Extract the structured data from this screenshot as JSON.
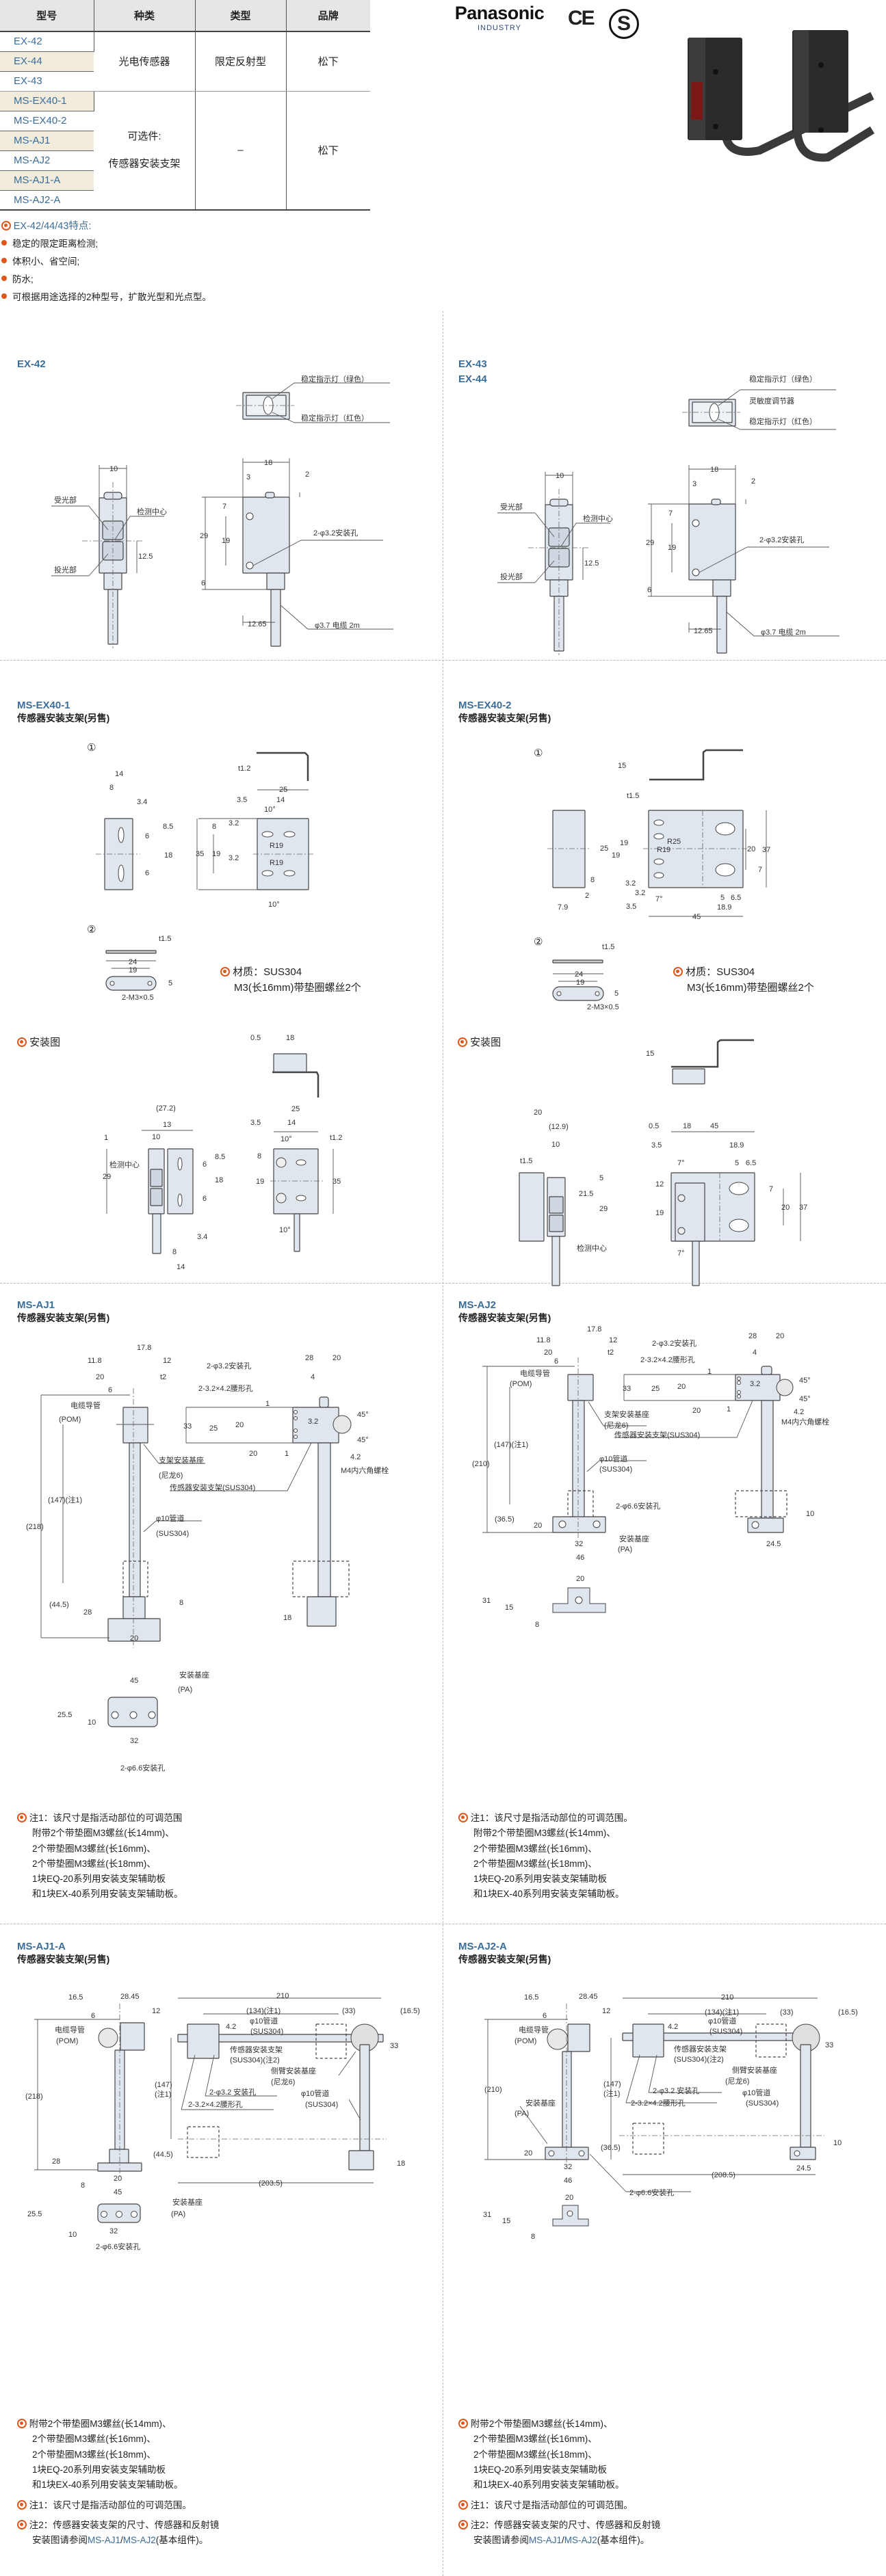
{
  "table": {
    "headers": [
      "型号",
      "种类",
      "类型",
      "品牌"
    ],
    "models": [
      "EX-42",
      "EX-44",
      "EX-43",
      "MS-EX40-1",
      "MS-EX40-2",
      "MS-AJ1",
      "MS-AJ2",
      "MS-AJ1-A",
      "MS-AJ2-A"
    ],
    "group1": {
      "kind": "光电传感器",
      "type": "限定反射型",
      "brand": "松下"
    },
    "group2": {
      "kind_line1": "可选件:",
      "kind_line2": "传感器安装支架",
      "type": "–",
      "brand": "松下"
    }
  },
  "brand": {
    "name": "Panasonic",
    "sub": "INDUSTRY",
    "cert_ce": "CE",
    "cert_s": "S"
  },
  "features": {
    "title": "EX-42/44/43特点:",
    "items": [
      "稳定的限定距离检测;",
      "体积小、省空间;",
      "防水;",
      "可根据用途选择的2种型号，扩散光型和光点型。"
    ]
  },
  "sections": {
    "ex42": {
      "title": "EX-42"
    },
    "ex43": {
      "title1": "EX-43",
      "title2": "EX-44"
    },
    "msex40_1": {
      "title": "MS-EX40-1",
      "subtitle": "传感器安装支架(另售)",
      "part1": "①",
      "part2": "②",
      "material": "材质：SUS304",
      "screws": "M3(长16mm)带垫圈螺丝2个"
    },
    "msex40_2": {
      "title": "MS-EX40-2",
      "subtitle": "传感器安装支架(另售)",
      "part1": "①",
      "part2": "②",
      "material": "材质：SUS304",
      "screws": "M3(长16mm)带垫圈螺丝2个"
    },
    "install_left": {
      "title": "安装图"
    },
    "install_right": {
      "title": "安装图"
    },
    "msaj1": {
      "title": "MS-AJ1",
      "subtitle": "传感器安装支架(另售)"
    },
    "msaj2": {
      "title": "MS-AJ2",
      "subtitle": "传感器安装支架(另售)"
    },
    "msaj1a": {
      "title": "MS-AJ1-A",
      "subtitle": "传感器安装支架(另售)"
    },
    "msaj2a": {
      "title": "MS-AJ2-A",
      "subtitle": "传感器安装支架(另售)"
    }
  },
  "aj_notes_left": {
    "note1": "注1：该尺寸是指活动部位的可调范围",
    "lines": [
      "附带2个带垫圈M3螺丝(长14mm)、",
      "2个带垫圈M3螺丝(长16mm)、",
      "2个带垫圈M3螺丝(长18mm)、",
      "1块EQ-20系列用安装支架辅助板",
      "和1块EX-40系列用安装支架辅助板。"
    ]
  },
  "aj_notes_right": {
    "note1": "注1：该尺寸是指活动部位的可调范围。",
    "lines": [
      "附带2个带垫圈M3螺丝(长14mm)、",
      "2个带垫圈M3螺丝(长16mm)、",
      "2个带垫圈M3螺丝(长18mm)、",
      "1块EQ-20系列用安装支架辅助板",
      "和1块EX-40系列用安装支架辅助板。"
    ]
  },
  "aja_notes": {
    "accessory": [
      "附带2个带垫圈M3螺丝(长14mm)、",
      "2个带垫圈M3螺丝(长16mm)、",
      "2个带垫圈M3螺丝(长18mm)、",
      "1块EQ-20系列用安装支架辅助板",
      "和1块EX-40系列用安装支架辅助板。"
    ],
    "note1": "注1：该尺寸是指活动部位的可调范围。",
    "note2_line1": "注2：传感器安装支架的尺寸、传感器和反射镜",
    "note2_prefix": "安装图请参阅",
    "link1": "MS-AJ1",
    "sep": "/",
    "link2": "MS-AJ2",
    "note2_suffix": "(基本组件)。"
  },
  "diagrams": {
    "ex42": {
      "labels": [
        "稳定指示灯（绿色）",
        "稳定指示灯（红色）",
        "受光部",
        "检测中心",
        "投光部",
        "10",
        "12.5",
        "18",
        "3",
        "2",
        "7",
        "29",
        "19",
        "6",
        "2-φ3.2安装孔",
        "12.65",
        "φ3.7 电缆 2m"
      ]
    },
    "ex43": {
      "labels": [
        "稳定指示灯（绿色）",
        "稳定指示灯（红色）",
        "受光部",
        "检测中心",
        "投光部",
        "10",
        "12.5",
        "18",
        "3",
        "2",
        "7",
        "29",
        "19",
        "6",
        "2-φ3.2安装孔",
        "12.65",
        "φ3.7 电缆 2m",
        "灵敏度调节器"
      ]
    },
    "msex40_1": {
      "labels": [
        "t1.2",
        "14",
        "8",
        "3.4",
        "8.5",
        "6",
        "18",
        "6",
        "25",
        "3.5",
        "14",
        "10°",
        "8",
        "3.2",
        "35",
        "19",
        "3.2",
        "R19",
        "R19",
        "10°",
        "t1.5",
        "24",
        "19",
        "5",
        "2-M3×0.5"
      ]
    },
    "msex40_2": {
      "labels": [
        "15",
        "t1.5",
        "8",
        "2",
        "7.9",
        "19",
        "25",
        "19",
        "R25",
        "R19",
        "20",
        "37",
        "7",
        "3.2",
        "3.2",
        "7°",
        "3.5",
        "5",
        "6.5",
        "18.9",
        "45",
        "t1.5",
        "24",
        "19",
        "5",
        "2-M3×0.5"
      ]
    },
    "install_left": {
      "labels": [
        "0.5",
        "18",
        "(27.2)",
        "13",
        "10",
        "1",
        "检测中心",
        "29",
        "8.5",
        "6",
        "18",
        "6",
        "3.4",
        "8",
        "14",
        "25",
        "3.5",
        "14",
        "10°",
        "t1.2",
        "8",
        "19",
        "35",
        "10°"
      ]
    },
    "install_right": {
      "labels": [
        "15",
        "0.5",
        "18",
        "20",
        "(12.9)",
        "10",
        "t1.5",
        "5",
        "21.5",
        "29",
        "检测中心",
        "45",
        "3.5",
        "18.9",
        "7°",
        "5",
        "6.5",
        "12",
        "7",
        "20",
        "37",
        "19",
        "7°"
      ]
    },
    "msaj1": {
      "labels": [
        "17.8",
        "11.8",
        "12",
        "20",
        "t2",
        "6",
        "电缆导管",
        "(POM)",
        "(147)(注1)",
        "(218)",
        "(44.5)",
        "28",
        "8",
        "20",
        "45",
        "安装基座",
        "(PA)",
        "25.5",
        "10",
        "32",
        "2-φ6.6安装孔",
        "支架安装基座",
        "(尼龙6)",
        "传感器安装支架(SUS304)",
        "φ10管道",
        "(SUS304)",
        "28",
        "20",
        "2-φ3.2安装孔",
        "4",
        "2-3.2×4.2腰形孔",
        "1",
        "33",
        "25",
        "20",
        "3.2",
        "45°",
        "45°",
        "20",
        "1",
        "4.2",
        "M4内六角螺栓",
        "18"
      ]
    },
    "msaj2": {
      "labels": [
        "17.8",
        "11.8",
        "12",
        "20",
        "t2",
        "6",
        "电缆导管",
        "(POM)",
        "(147)(注1)",
        "(210)",
        "支架安装基座",
        "(尼龙6)",
        "传感器安装支架(SUS304)",
        "φ10管道",
        "(SUS304)",
        "2-φ6.6安装孔",
        "(36.5)",
        "20",
        "32",
        "安装基座",
        "(PA)",
        "46",
        "20",
        "31",
        "15",
        "8",
        "28",
        "20",
        "2-φ3.2安装孔",
        "4",
        "2-3.2×4.2腰形孔",
        "1",
        "33",
        "25",
        "20",
        "3.2",
        "45°",
        "45°",
        "20",
        "1",
        "4.2",
        "M4内六角螺栓",
        "10",
        "24.5"
      ]
    },
    "msaj1a": {
      "labels": [
        "16.5",
        "28.45",
        "6",
        "12",
        "电缆导管",
        "(POM)",
        "(218)",
        "28",
        "8",
        "20",
        "45",
        "安装基座",
        "(PA)",
        "25.5",
        "10",
        "32",
        "2-φ6.6安装孔",
        "210",
        "(134)(注1)",
        "(33)",
        "(16.5)",
        "φ10管道",
        "(SUS304)",
        "4.2",
        "33",
        "传感器安装支架",
        "(SUS304)(注2)",
        "侧臂安装基座",
        "(尼龙6)",
        "(147)",
        "(注1)",
        "2-φ3.2 安装孔",
        "φ10管道",
        "(SUS304)",
        "2-3.2×4.2腰形孔",
        "(44.5)",
        "18",
        "(203.5)"
      ]
    },
    "msaj2a": {
      "labels": [
        "16.5",
        "28.45",
        "6",
        "12",
        "电缆导管",
        "(POM)",
        "(210)",
        "安装基座",
        "(PA)",
        "20",
        "32",
        "46",
        "(36.5)",
        "20",
        "31",
        "15",
        "8",
        "210",
        "(134)(注1)",
        "(33)",
        "(16.5)",
        "φ10管道",
        "(SUS304)",
        "4.2",
        "33",
        "传感器安装支架",
        "(SUS304)(注2)",
        "侧臂安装基座",
        "(尼龙6)",
        "(147)",
        "(注1)",
        "2-φ3.2 安装孔",
        "φ10管道",
        "(SUS304)",
        "2-3.2×4.2腰形孔",
        "10",
        "24.5",
        "2-φ6.6安装孔",
        "(208.5)"
      ]
    }
  }
}
